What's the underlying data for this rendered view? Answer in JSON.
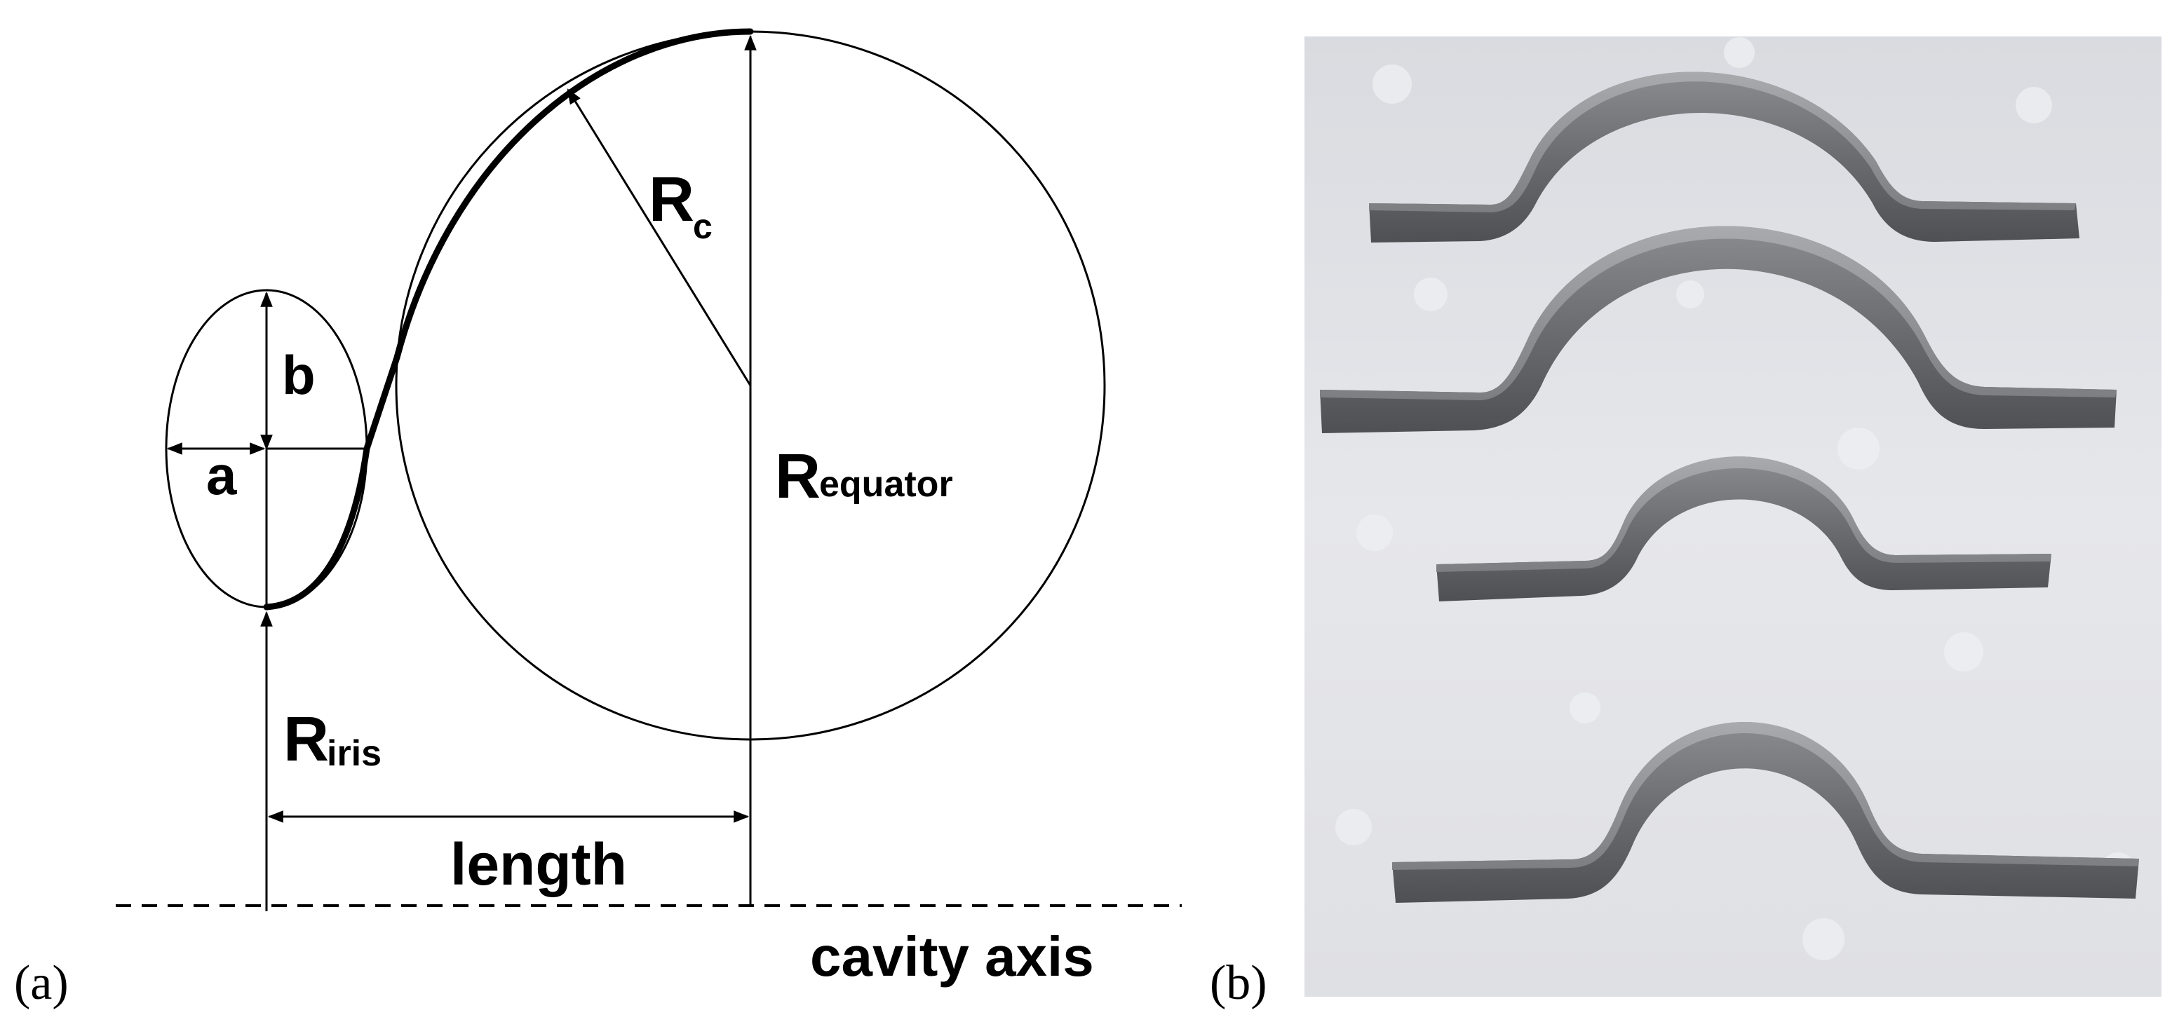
{
  "panel_a": {
    "label": "(a)",
    "labels": {
      "b": "b",
      "a": "a",
      "rc_main": "R",
      "rc_sub": "c",
      "req_main": "R",
      "req_sub": "equator",
      "riris_main": "R",
      "riris_sub": "iris",
      "length": "length",
      "axis": "cavity axis"
    }
  },
  "panel_b": {
    "label": "(b)",
    "photo": {
      "background": "#e4e5e9",
      "metal_color": "#6e6f73",
      "part_count": 4
    }
  }
}
